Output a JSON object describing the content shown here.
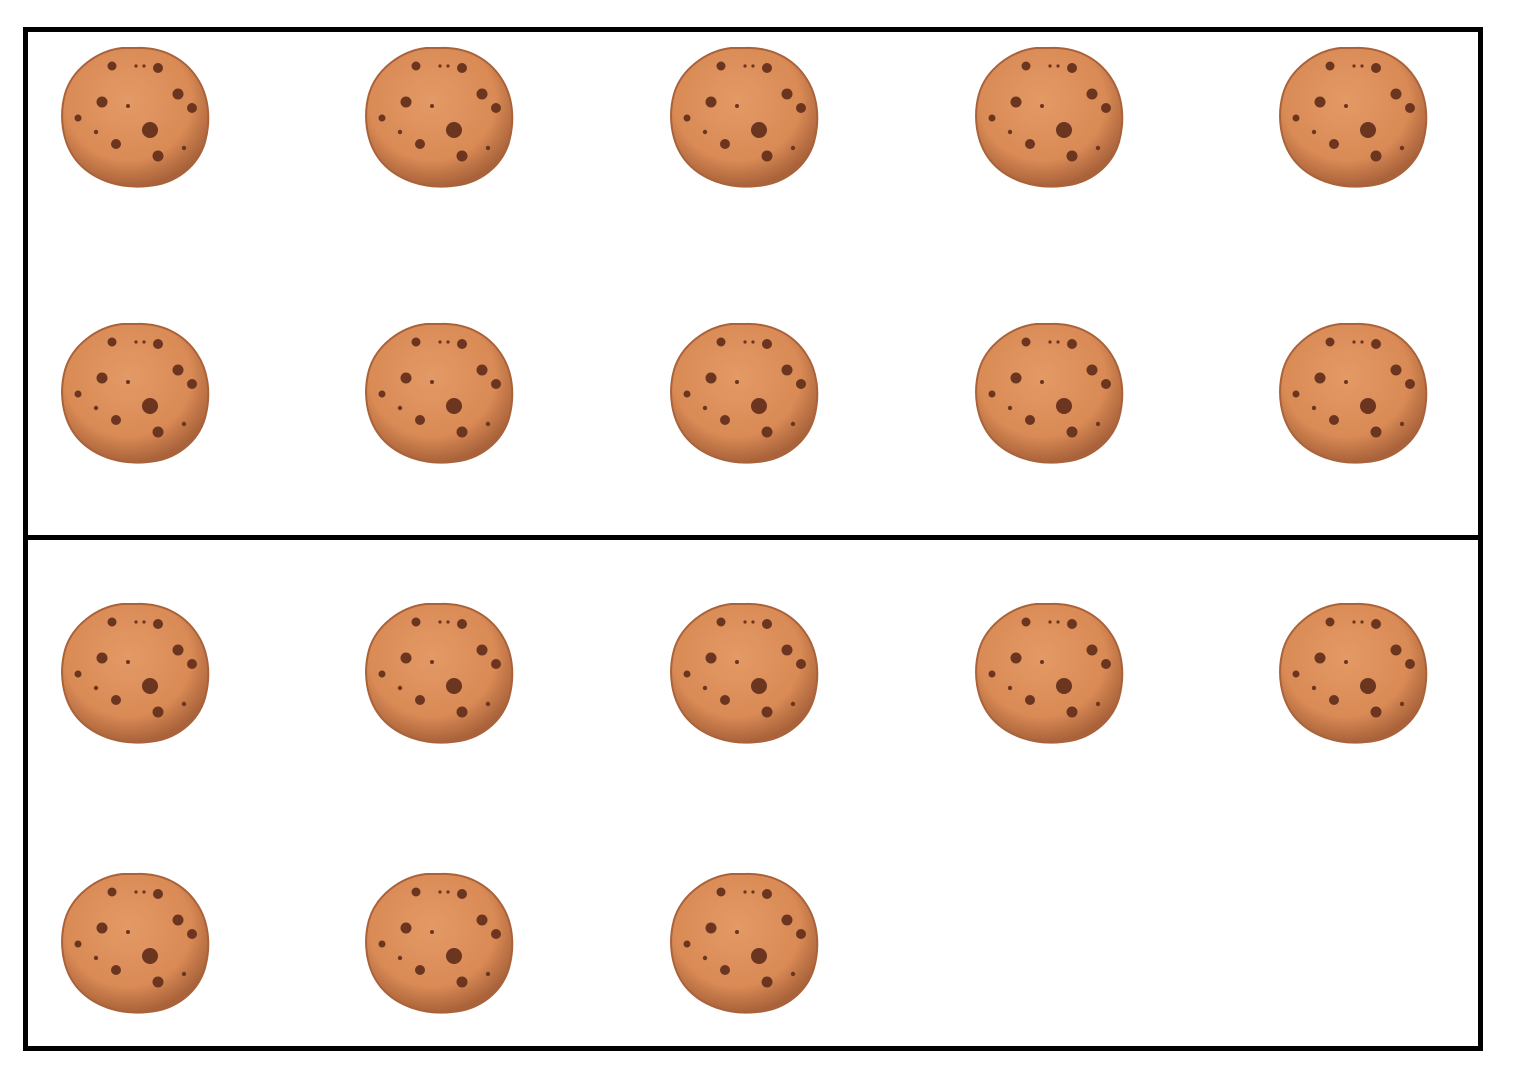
{
  "frames": [
    {
      "name": "top-frame",
      "cookie_count": 10
    },
    {
      "name": "bottom-frame",
      "cookie_count": 8
    }
  ],
  "icons": {
    "cookie": "cookie-icon"
  },
  "colors": {
    "border": "#000000",
    "cookie_base": "#d98a55",
    "cookie_edge": "#a9623a",
    "cookie_chip": "#6b3520"
  }
}
